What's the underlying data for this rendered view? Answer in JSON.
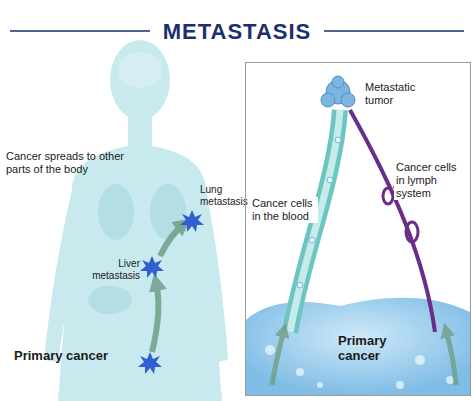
{
  "diagram": {
    "title": "METASTASIS",
    "nodes": [
      {
        "text": [
          "Metastatic tumor",
          "Cancer cells in lymph system",
          "Cancer cells in the blood",
          "Primary cancer"
        ]
      }
    ],
    "labels": [
      "Cancer spreads to other parts of the body",
      "Lung metastasis",
      "Liver metastasis",
      "Primary cancer"
    ]
  }
}
